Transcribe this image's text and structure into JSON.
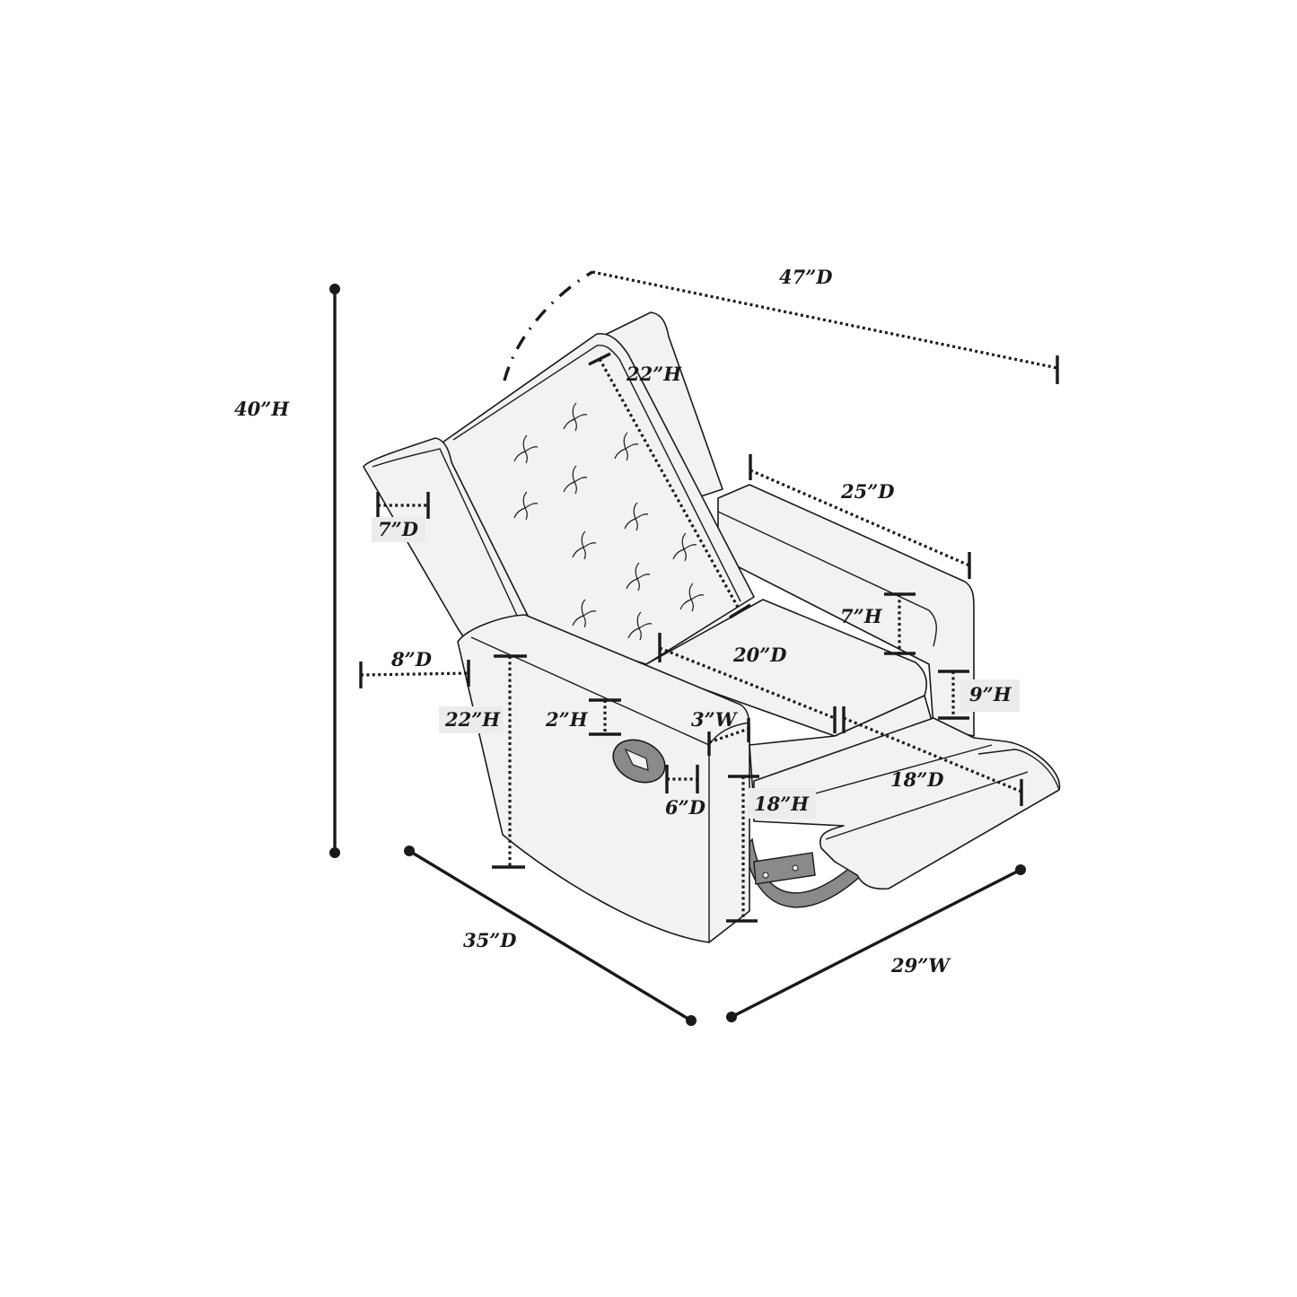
{
  "dimensions": {
    "overall_height": "40”H",
    "overall_depth_reclined": "47”D",
    "back_height": "22”H",
    "seat_depth_top": "25”D",
    "wing_depth": "7”D",
    "arm_depth": "8”D",
    "arm_height": "22”H",
    "seat_cushion_height": "7”H",
    "seat_depth": "20”D",
    "handle_height": "2”H",
    "arm_width": "3”W",
    "footrest_height": "9”H",
    "handle_depth": "6”D",
    "footrest_depth": "18”D",
    "seat_height": "18”H",
    "base_depth": "35”D",
    "base_width": "29”W"
  },
  "colors": {
    "line": "#1a1a1a",
    "upholstery": "#f2f2f2",
    "base_metal": "#8a8a8a"
  }
}
